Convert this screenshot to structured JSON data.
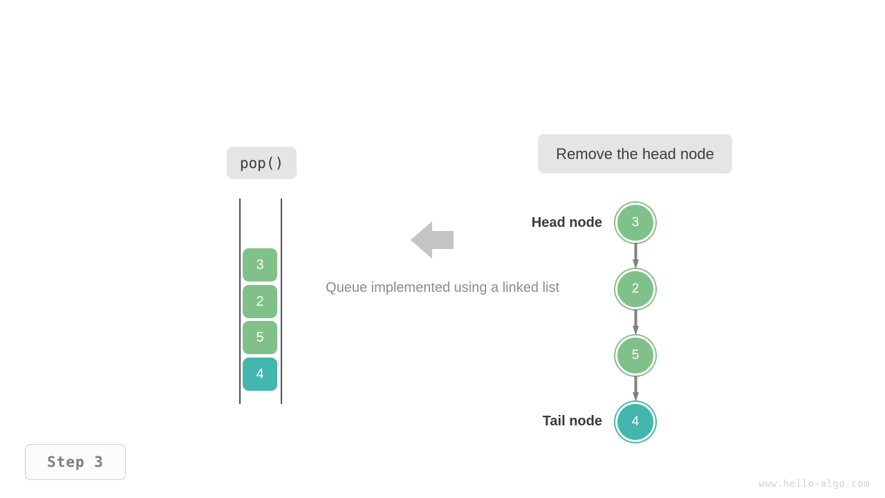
{
  "diagram": {
    "title": "Queue implemented using a linked list",
    "step_badge": "Step 3",
    "watermark": "www.hello-algo.com",
    "operation_label": "pop()",
    "action_banner": "Remove the head node",
    "caption": "Queue implemented using a linked list",
    "colors": {
      "green": "#80c189",
      "teal": "#44b6ae",
      "pill_bg": "#e5e5e5",
      "arrow_gray": "#c4c4c4",
      "connector_gray": "#808080",
      "rail": "#4d4d4d",
      "caption_text": "#8c8c8c",
      "label_text": "#3a3a3a",
      "watermark_text": "#d2d2d2"
    },
    "queue_column": {
      "name": "queue-array-column",
      "items": [
        {
          "value": "3",
          "color": "green"
        },
        {
          "value": "2",
          "color": "green"
        },
        {
          "value": "5",
          "color": "green"
        },
        {
          "value": "4",
          "color": "teal"
        }
      ]
    },
    "linked_list": {
      "head_label": "Head node",
      "tail_label": "Tail node",
      "nodes": [
        {
          "value": "3",
          "color": "green",
          "role": "head"
        },
        {
          "value": "2",
          "color": "green",
          "role": "middle"
        },
        {
          "value": "5",
          "color": "green",
          "role": "middle"
        },
        {
          "value": "4",
          "color": "teal",
          "role": "tail"
        }
      ],
      "connector_count": 3,
      "direction": "downward"
    },
    "flow_arrow": {
      "icon": "left-block-arrow",
      "direction": "left"
    }
  }
}
